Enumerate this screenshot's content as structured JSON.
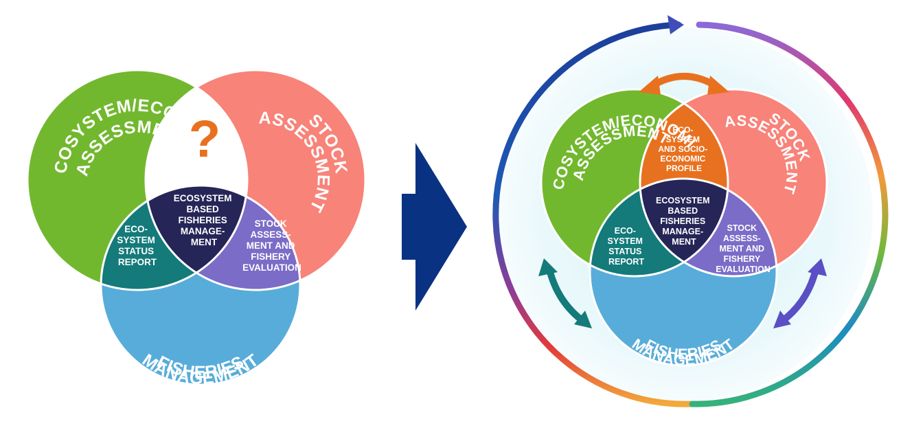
{
  "left_diagram": {
    "ecosystem_line1": "ECOSYSTEM/ECONOMIC",
    "ecosystem_line2": "ASSESSMENT",
    "stock_line1": "STOCK",
    "stock_line2": "ASSESSMENT",
    "fisheries_line1": "FISHERIES",
    "fisheries_line2": "MANAGEMENT",
    "question_mark": "?",
    "center": [
      "ECOSYSTEM",
      "BASED",
      "FISHERIES",
      "MANAGE-",
      "MENT"
    ],
    "esr": [
      "ECO-",
      "SYSTEM",
      "STATUS",
      "REPORT"
    ],
    "safe": [
      "STOCK",
      "ASSESS-",
      "MENT AND",
      "FISHERY",
      "EVALUATION"
    ]
  },
  "right_diagram": {
    "ecosystem_line1": "ECOSYSTEM/ECONOMIC",
    "ecosystem_line2": "ASSESSMENT",
    "stock_line1": "STOCK",
    "stock_line2": "ASSESSMENT",
    "fisheries_line1": "FISHERIES",
    "fisheries_line2": "MANAGEMENT",
    "esp": [
      "ECO-",
      "SYSTEM",
      "AND SOCIO-",
      "ECONOMIC",
      "PROFILE"
    ],
    "center": [
      "ECOSYSTEM",
      "BASED",
      "FISHERIES",
      "MANAGE-",
      "MENT"
    ],
    "esr": [
      "ECO-",
      "SYSTEM",
      "STATUS",
      "REPORT"
    ],
    "safe": [
      "STOCK",
      "ASSESS-",
      "MENT AND",
      "FISHERY",
      "EVALUATION"
    ]
  },
  "colors": {
    "green": "#72b82f",
    "salmon": "#f88379",
    "blue": "#58acd9",
    "teal": "#147a7a",
    "purple": "#7a6cc7",
    "navy": "#262557",
    "orange": "#e8711f",
    "arrow": "#0a3282"
  }
}
